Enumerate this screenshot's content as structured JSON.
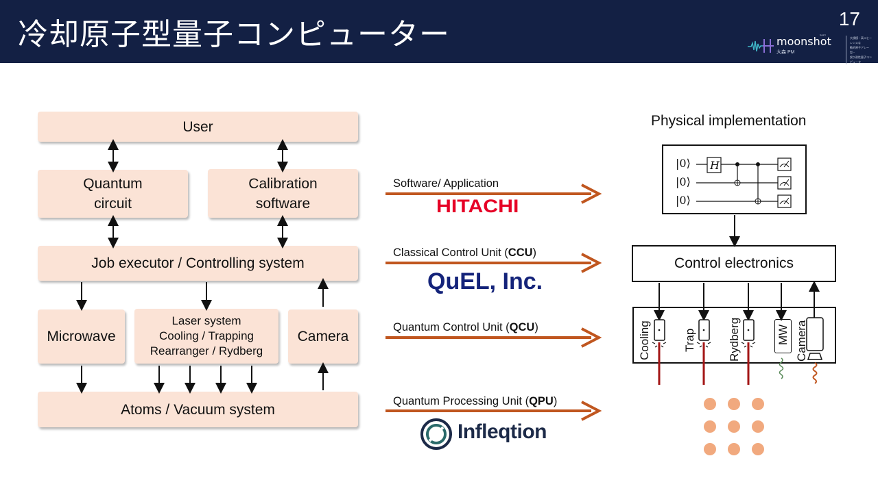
{
  "header": {
    "title": "冷却原子型量子コンピューター",
    "page_number": "17",
    "logo": {
      "wordmark": "moonshot",
      "sub": "大森 PM",
      "tiny": "Goal 6",
      "tagline": [
        "大規模・高コヒーレンスな",
        "動的原子アレー型・",
        "誤り耐性量子コンピュータ"
      ]
    }
  },
  "stack": {
    "user": "User",
    "quantum_circuit": [
      "Quantum",
      "circuit"
    ],
    "calibration": [
      "Calibration",
      "software"
    ],
    "job_executor": "Job executor / Controlling system",
    "microwave": "Microwave",
    "laser": [
      "Laser system",
      "Cooling / Trapping",
      "Rearranger / Rydberg"
    ],
    "camera": "Camera",
    "atoms": "Atoms / Vacuum system"
  },
  "layers": [
    {
      "label": "Software/ Application",
      "abbr": "",
      "partner": "HITACHI"
    },
    {
      "label": "Classical Control Unit (",
      "abbr": "CCU",
      "partner": "QuEL, Inc."
    },
    {
      "label": "Quantum Control Unit (",
      "abbr": "QCU",
      "partner": ""
    },
    {
      "label": "Quantum Processing Unit (",
      "abbr": "QPU",
      "partner": "Infleqtion"
    }
  ],
  "physical": {
    "title": "Physical implementation",
    "kets": [
      "|0⟩",
      "|0⟩",
      "|0⟩"
    ],
    "gate": "H",
    "control_electronics": "Control electronics",
    "channels": [
      "Cooling",
      "Trap",
      "Rydberg",
      "MW",
      "Camera"
    ]
  },
  "colors": {
    "header_bg": "#132044",
    "box_fill": "#fbe3d6",
    "arrow_orange": "#c0561f",
    "laser_red": "#a31515",
    "atom": "#f0a070",
    "hitachi_red": "#e60026",
    "quel_navy": "#14237a"
  }
}
